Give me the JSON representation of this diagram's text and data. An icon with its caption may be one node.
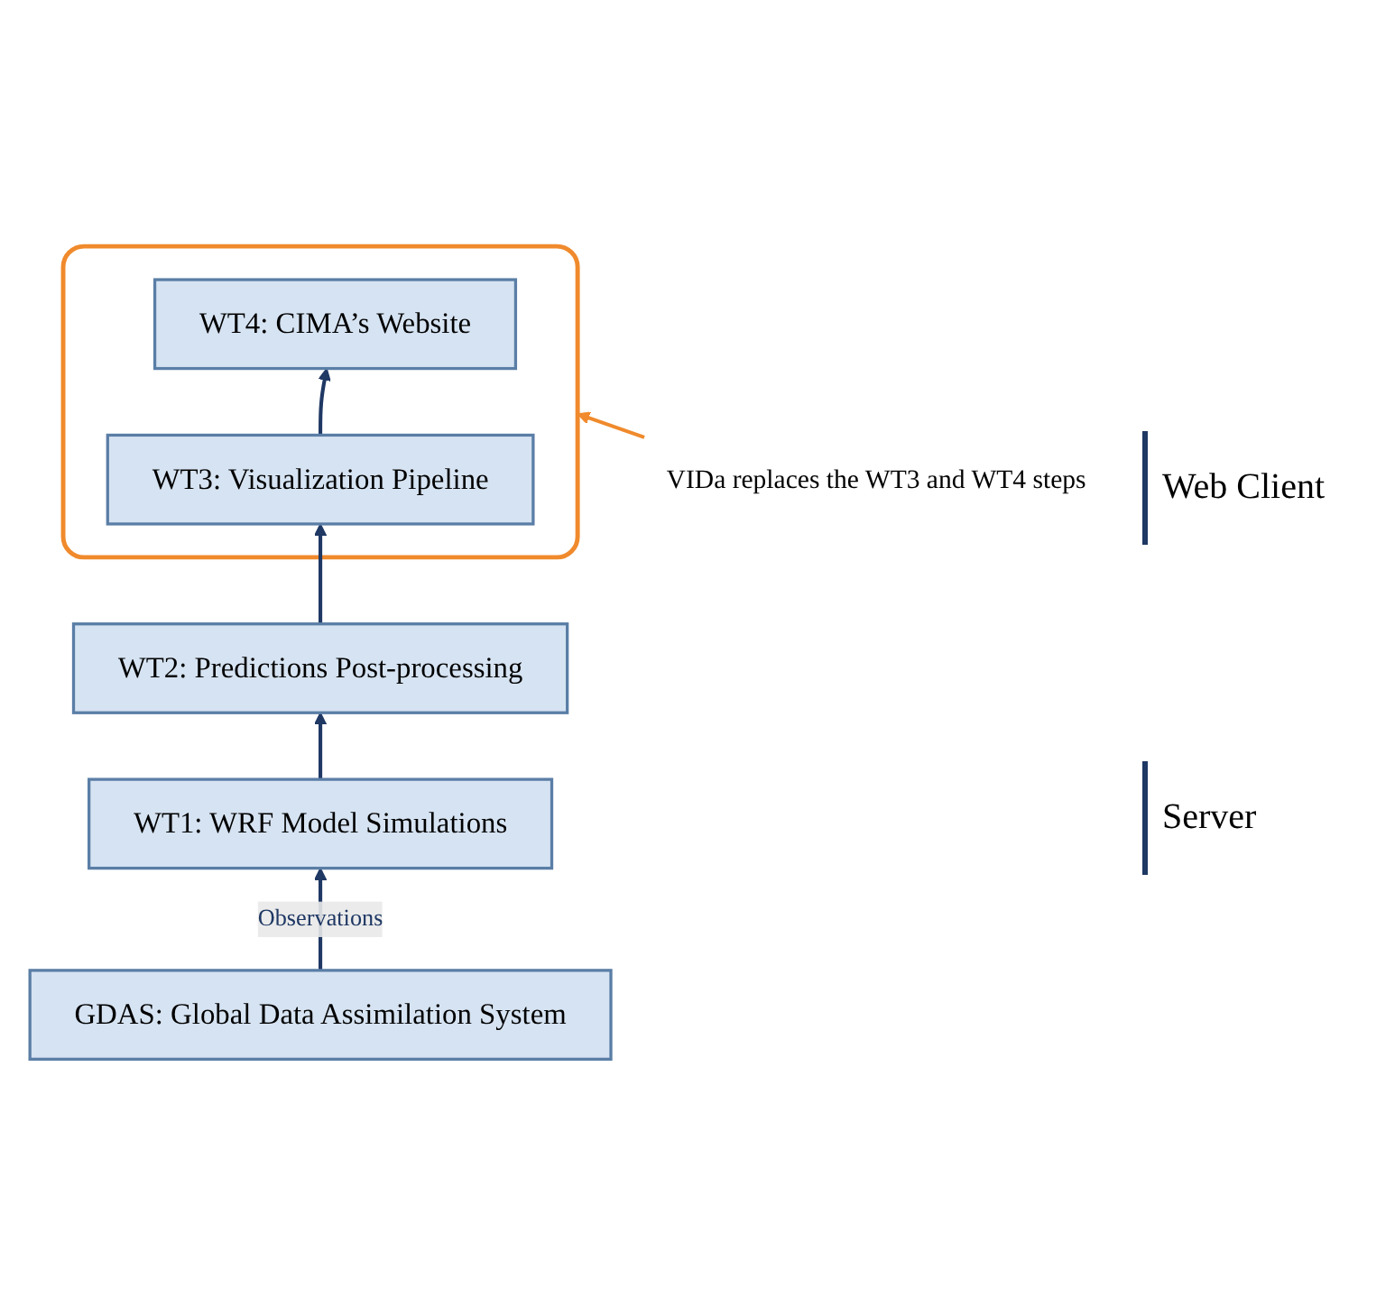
{
  "diagram": {
    "nodes": [
      {
        "text": [
          "VIDa replaces the WT3 and WT4 steps"
        ]
      },
      {
        "text": [],
        "shape": "box"
      },
      {
        "text": [
          "WT4: CIMA’s Website"
        ],
        "in": 1
      },
      {
        "text": [
          "WT3: Visualization Pipeline"
        ],
        "in": 1
      },
      {
        "text": [
          "WT2: Predictions Post-processing"
        ]
      },
      {
        "text": [
          "WT1: WRF Model Simulations"
        ]
      },
      {
        "text": [
          "GDAS: Global Data Assimilation System"
        ]
      }
    ],
    "edges": [
      {
        "from": 0,
        "to": 1,
        "arrow": "to",
        "color": "#f08a2c"
      },
      {
        "from": 3,
        "to": 2,
        "arrow": "to"
      },
      {
        "from": 4,
        "to": 3,
        "arrow": "to"
      },
      {
        "from": 5,
        "to": 4,
        "arrow": "to"
      },
      {
        "from": 6,
        "to": 5,
        "label": "Observations",
        "arrow": "to"
      }
    ],
    "labels": [
      "Web Client",
      "Server"
    ]
  }
}
